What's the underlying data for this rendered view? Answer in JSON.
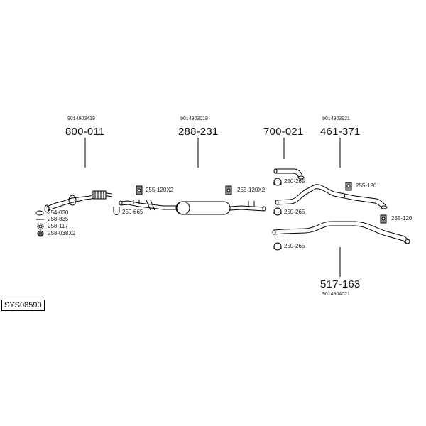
{
  "parts": [
    {
      "id": "p1",
      "code": "800-011",
      "ref": "9014903419"
    },
    {
      "id": "p2",
      "code": "288-231",
      "ref": "9014903019"
    },
    {
      "id": "p3",
      "code": "700-021"
    },
    {
      "id": "p4",
      "code": "461-371",
      "ref": "9014903921"
    },
    {
      "id": "p5",
      "code": "517-163",
      "ref": "9014904021"
    }
  ],
  "accessories": {
    "a1": "254-030",
    "a2": "258-835",
    "a3": "258-117",
    "a4": "258-038X2",
    "a5": "255-120X2",
    "a6": "250-665",
    "a7": "255-120X2",
    "a8": "250-265",
    "a9": "255-120",
    "a10": "250-265",
    "a11": "255-120",
    "a12": "250-265"
  },
  "system_code": "SYS08590"
}
